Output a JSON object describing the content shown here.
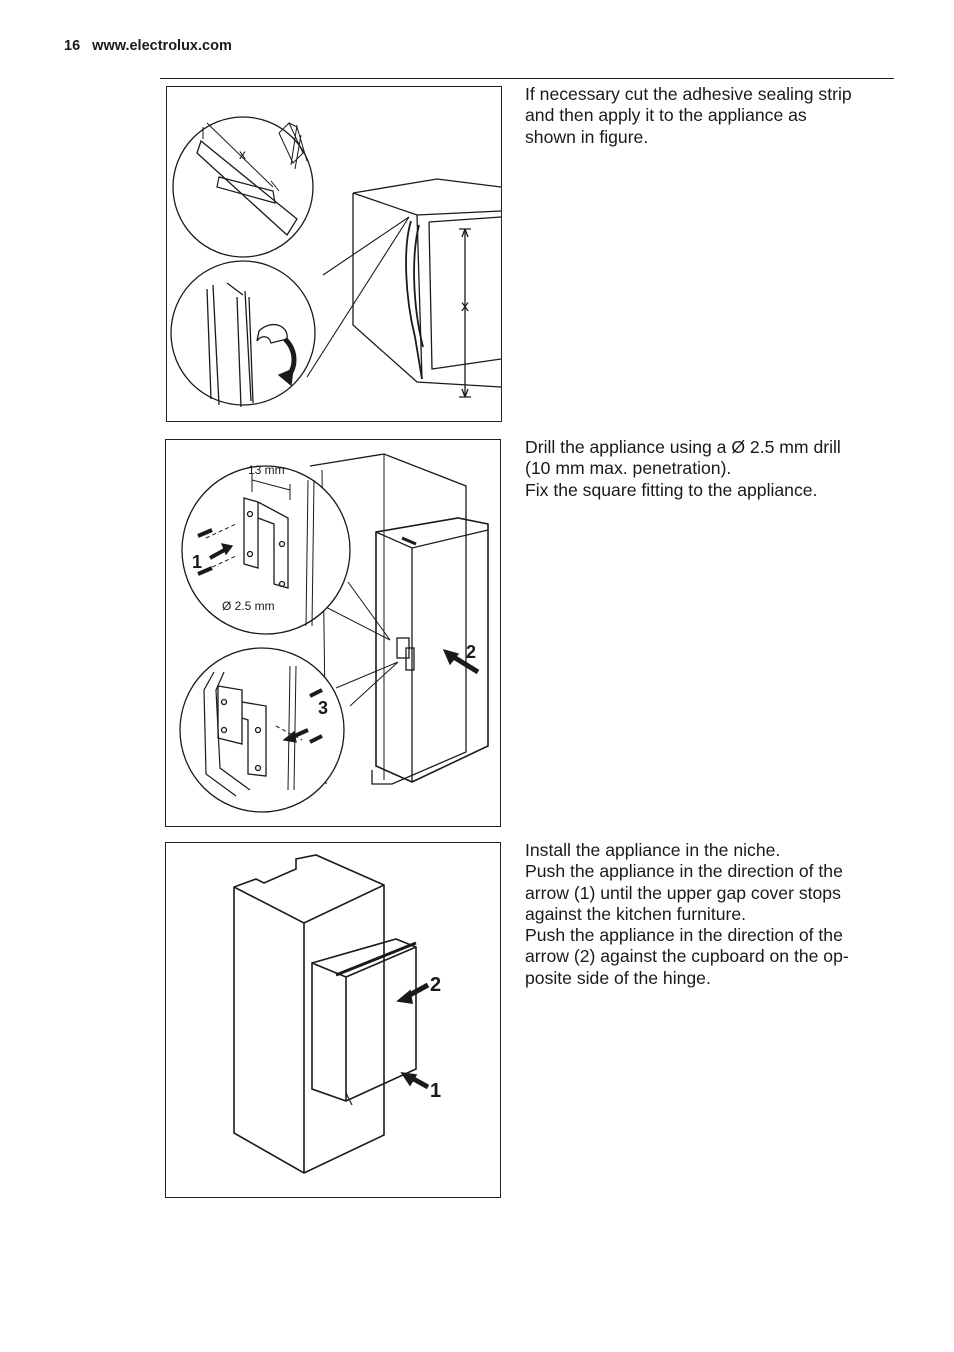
{
  "header": {
    "page_number": "16",
    "website": "www.electrolux.com"
  },
  "steps": [
    {
      "lines": [
        "If necessary cut the adhesive sealing strip",
        "and then apply it to the appliance as",
        "shown in figure."
      ],
      "figure": {
        "label_x_top": "x",
        "label_x_side": "x"
      }
    },
    {
      "lines": [
        "Drill the appliance using a Ø 2.5 mm drill",
        "(10 mm max. penetration).",
        "Fix the square fitting to the appliance."
      ],
      "figure": {
        "dim_13mm": "13 mm",
        "dim_drill": "Ø 2.5 mm",
        "num_1": "1",
        "num_2": "2",
        "num_3": "3"
      }
    },
    {
      "lines": [
        "Install the appliance in the niche.",
        "Push the appliance in the direction of the",
        "arrow (1) until the upper gap cover stops",
        "against the kitchen furniture.",
        "Push the appliance in the direction of the",
        "arrow (2) against the cupboard on the op-",
        "posite side of the hinge."
      ],
      "figure": {
        "num_1": "1",
        "num_2": "2"
      }
    }
  ]
}
